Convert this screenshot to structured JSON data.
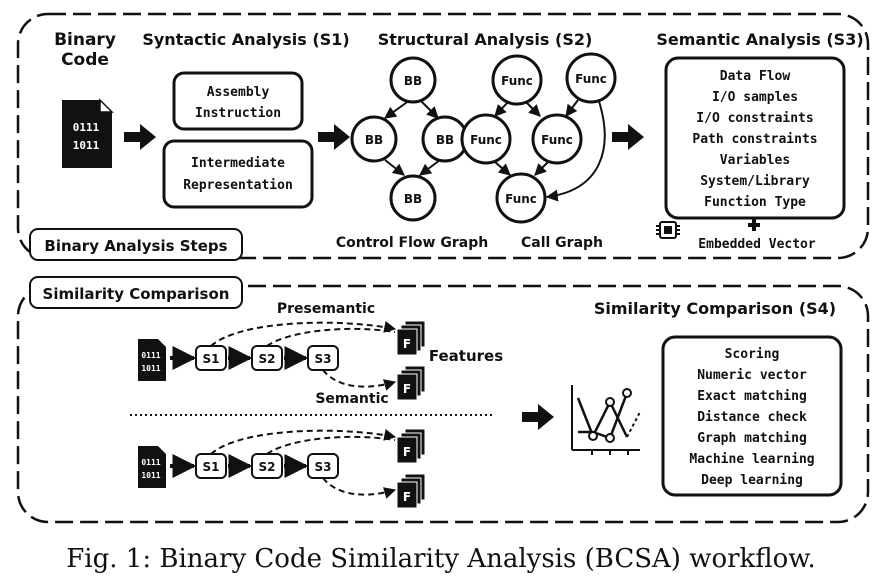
{
  "top": {
    "binary_code_line1": "Binary",
    "binary_code_line2": "Code",
    "s1_title": "Syntactic Analysis (S1)",
    "s2_title": "Structural Analysis (S2)",
    "s3_title": "Semantic Analysis (S3)",
    "assembly_line1": "Assembly",
    "assembly_line2": "Instruction",
    "ir_line1": "Intermediate",
    "ir_line2": "Representation",
    "bb": "BB",
    "func": "Func",
    "cfg_label": "Control Flow Graph",
    "cg_label": "Call Graph",
    "s3_items": [
      "Data Flow",
      "I/O samples",
      "I/O constraints",
      "Path constraints",
      "Variables",
      "System/Library",
      "Function Type"
    ],
    "embedded_vector": "Embedded Vector",
    "section_label": "Binary Analysis Steps"
  },
  "bottom": {
    "section_label": "Similarity Comparison",
    "presemantic": "Presemantic",
    "semantic": "Semantic",
    "features": "Features",
    "s1": "S1",
    "s2": "S2",
    "s3": "S3",
    "feature_glyph": "F",
    "s4_title": "Similarity Comparison (S4)",
    "s4_items": [
      "Scoring",
      "Numeric vector",
      "Exact matching",
      "Distance check",
      "Graph matching",
      "Machine learning",
      "Deep learning"
    ]
  },
  "binary_icon": {
    "line1": "0111",
    "line2": "1011"
  },
  "caption": "Fig. 1: Binary Code Similarity Analysis (BCSA) workflow."
}
